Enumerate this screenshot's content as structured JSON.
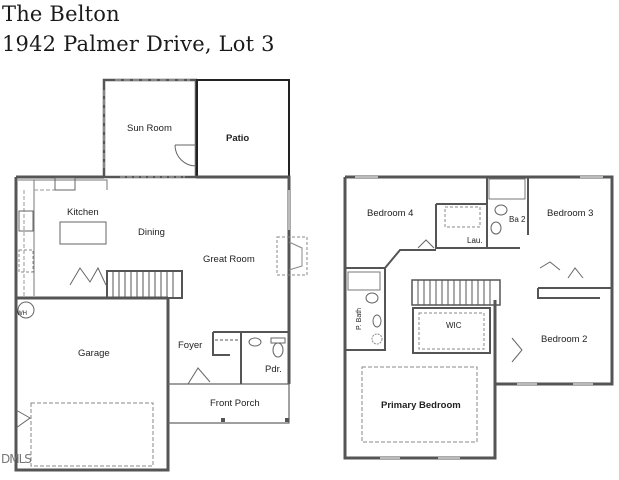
{
  "header": {
    "plan_name": "The Belton",
    "address": "1942 Palmer Drive, Lot 3"
  },
  "first_floor": {
    "rooms": {
      "sun_room": "Sun Room",
      "patio": "Patio",
      "kitchen": "Kitchen",
      "dining": "Dining",
      "great_room": "Great Room",
      "garage": "Garage",
      "foyer": "Foyer",
      "powder": "Pdr.",
      "front_porch": "Front Porch",
      "water_heater": "WH"
    }
  },
  "second_floor": {
    "rooms": {
      "bedroom_4": "Bedroom 4",
      "bedroom_3": "Bedroom 3",
      "bath_2": "Ba 2",
      "laundry": "Lau.",
      "primary_bath": "P. Bath",
      "wic": "WIC",
      "bedroom_2": "Bedroom 2",
      "primary_bedroom": "Primary Bedroom"
    }
  },
  "watermark": "DMLS",
  "colors": {
    "wall": "#555555",
    "text": "#222222",
    "dashed": "#888888"
  }
}
